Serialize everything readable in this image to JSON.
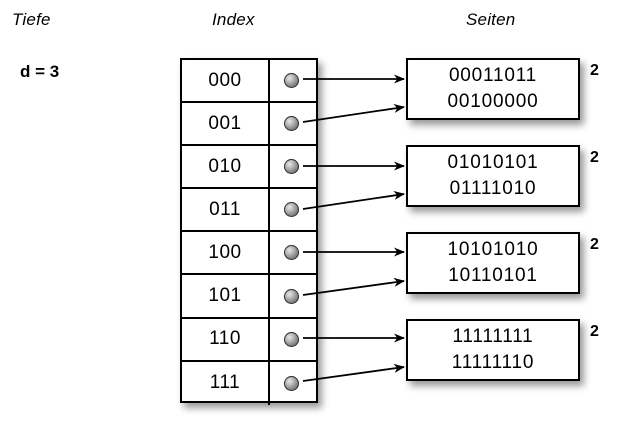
{
  "columns": {
    "depth_header": "Tiefe",
    "index_header": "Index",
    "pages_header": "Seiten"
  },
  "depth": {
    "label": "d = 3"
  },
  "index_table": {
    "rows": [
      {
        "key": "000",
        "pointer": "bucket-pointer-dot"
      },
      {
        "key": "001",
        "pointer": "bucket-pointer-dot"
      },
      {
        "key": "010",
        "pointer": "bucket-pointer-dot"
      },
      {
        "key": "011",
        "pointer": "bucket-pointer-dot"
      },
      {
        "key": "100",
        "pointer": "bucket-pointer-dot"
      },
      {
        "key": "101",
        "pointer": "bucket-pointer-dot"
      },
      {
        "key": "110",
        "pointer": "bucket-pointer-dot"
      },
      {
        "key": "111",
        "pointer": "bucket-pointer-dot"
      }
    ]
  },
  "pages": [
    {
      "line1": "00011011",
      "line2": "00100000",
      "local_depth": "2",
      "from_keys": [
        "000",
        "001"
      ]
    },
    {
      "line1": "01010101",
      "line2": "01111010",
      "local_depth": "2",
      "from_keys": [
        "010",
        "011"
      ]
    },
    {
      "line1": "10101010",
      "line2": "10110101",
      "local_depth": "2",
      "from_keys": [
        "100",
        "101"
      ]
    },
    {
      "line1": "11111111",
      "line2": "11111110",
      "local_depth": "2",
      "from_keys": [
        "110",
        "111"
      ]
    }
  ],
  "colors": {
    "background": "#ffffff",
    "stroke": "#000000",
    "dot_light": "#e8e8e8",
    "dot_dark": "#5e5e5e"
  }
}
